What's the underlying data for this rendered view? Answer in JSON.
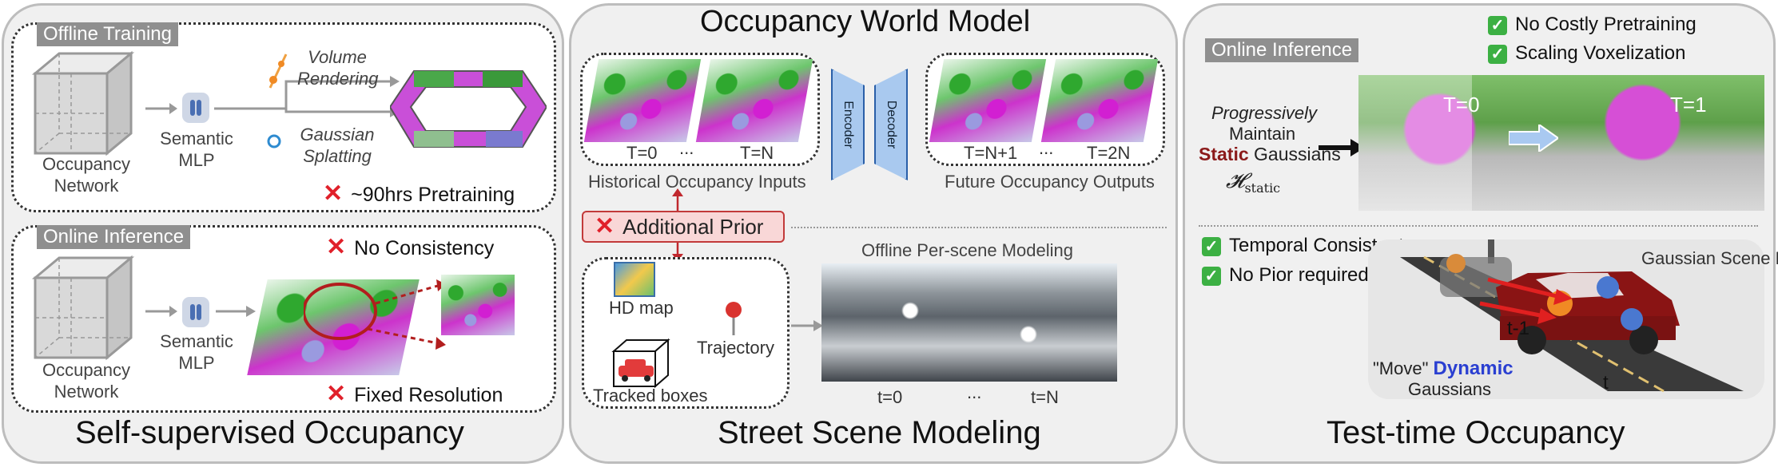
{
  "panels": {
    "left": {
      "title": "Self-supervised Occupancy",
      "offline_training": {
        "tag": "Offline Training",
        "occupancy_network": "Occupancy Network",
        "semantic_mlp": "Semantic MLP",
        "volume_rendering": "Volume Rendering",
        "gaussian_splatting": "Gaussian Splatting",
        "bullet": "~90hrs Pretraining"
      },
      "online_inference": {
        "tag": "Online Inference",
        "occupancy_network": "Occupancy Network",
        "semantic_mlp": "Semantic MLP",
        "bullet_1": "No Consistency",
        "bullet_2": "Fixed Resolution"
      }
    },
    "middle": {
      "title": "Occupancy World Model",
      "bottom_title": "Street Scene Modeling",
      "encoder": "Encoder",
      "decoder": "Decoder",
      "t0": "T=0",
      "dots1": "...",
      "tn": "T=N",
      "tn1": "T=N+1",
      "dots2": "...",
      "t2n": "T=2N",
      "historical": "Historical Occupancy Inputs",
      "future": "Future Occupancy Outputs",
      "additional_prior": "Additional Prior",
      "hd_map": "HD map",
      "trajectory": "Trajectory",
      "tracked_boxes": "Tracked boxes",
      "offline_modeling": "Offline Per-scene Modeling",
      "time_t0": "t=0",
      "time_dots": "...",
      "time_tn": "t=N"
    },
    "right": {
      "title": "Test-time Occupancy",
      "tag": "Online Inference",
      "check_1": "No Costly Pretraining",
      "check_2": "Scaling Voxelization",
      "progressively": "Progressively",
      "maintain": "Maintain",
      "static_word": "Static",
      "gaussians": "Gaussians",
      "h_static": "𝓗",
      "h_static_sub": "static",
      "t0": "T=0",
      "t1": "T=1",
      "check_3": "Temporal Consistent",
      "check_4": "No Pior required",
      "scene_flow": "Gaussian Scene Flow",
      "t_minus_1": "t-1",
      "t": "t",
      "move": "\"Move\"",
      "dynamic_word": "Dynamic",
      "dynamic_gaussians": "Gaussians"
    }
  },
  "colors": {
    "cross": "#e0202a",
    "check": "#3cb043",
    "static_text": "#8b1a1a",
    "dynamic_text": "#2a3fd1",
    "prior_box": "#f9d7d7"
  }
}
